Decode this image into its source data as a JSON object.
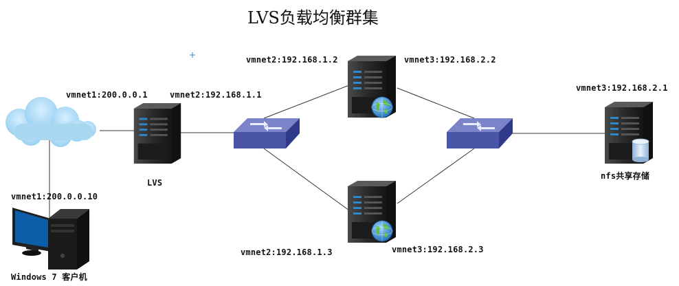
{
  "title": "LVS负载均衡群集",
  "labels": {
    "client_ip": "vmnet1:200.0.0.10",
    "client_name": "Windows 7 客户机",
    "lvs_outer_ip": "vmnet1:200.0.0.1",
    "lvs_inner_ip": "vmnet2:192.168.1.1",
    "lvs_name": "LVS",
    "web1_ip_left": "vmnet2:192.168.1.2",
    "web1_ip_right": "vmnet3:192.168.2.2",
    "web2_ip_left": "vmnet2:192.168.1.3",
    "web2_ip_right": "vmnet3:192.168.2.3",
    "nfs_ip": "vmnet3:192.168.2.1",
    "nfs_name": "nfs共享存储"
  },
  "colors": {
    "link": "#333333",
    "cloud": "#a9d8f0",
    "switch_top": "#7b83c9",
    "switch_front": "#4a55a8",
    "server_body": "#2d2d2d",
    "server_led": "#2f86c8",
    "globe": "#3a8fd0",
    "storage": "#b9d3ea"
  },
  "icons": [
    "cloud-icon",
    "server-icon",
    "switch-icon",
    "globe-icon",
    "storage-icon",
    "desktop-pc-icon"
  ]
}
